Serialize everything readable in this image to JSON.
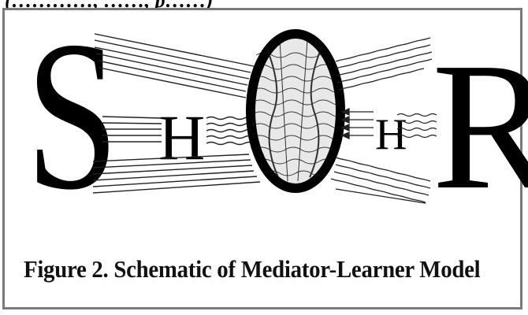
{
  "header_fragment": "(…………, ……, p……)",
  "diagram": {
    "stimulus_label": "S",
    "left_mediator_label": "H",
    "right_mediator_label": "H",
    "response_label": "R"
  },
  "caption": "Figure 2. Schematic of Mediator-Learner Model"
}
